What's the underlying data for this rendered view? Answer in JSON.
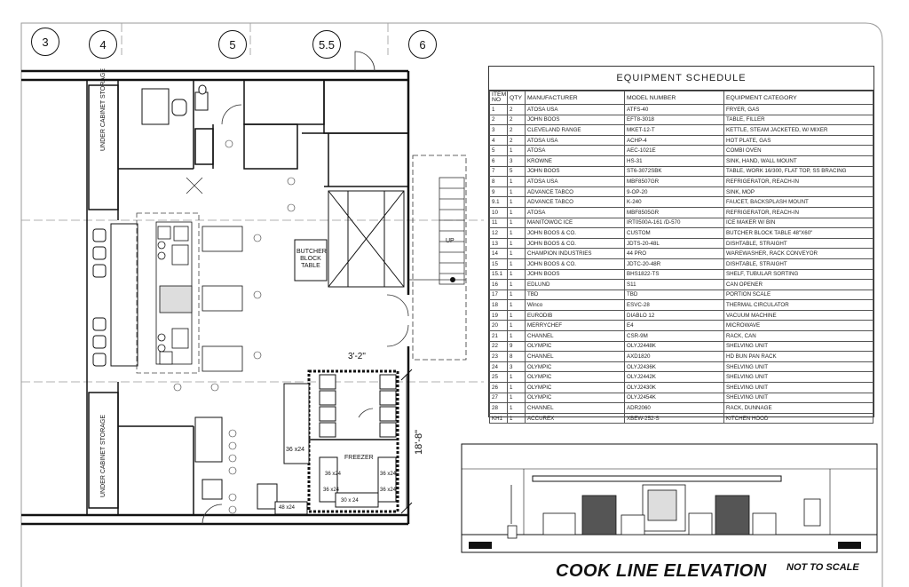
{
  "grid_labels": [
    "3",
    "4",
    "5",
    "5.5",
    "6"
  ],
  "plan": {
    "storage_top": "UNDER CABINET STORAGE",
    "storage_bottom": "UNDER CABINET STORAGE",
    "butcher_block": "BUTCHER BLOCK TABLE",
    "freezer": "FREEZER",
    "level_mark": "3'-2\"",
    "dimension": "18'-8\"",
    "shelf_labels": [
      "36 x24",
      "36 x24",
      "36 x24",
      "36 x24",
      "30 x 24",
      "36 x24",
      "48 x24"
    ],
    "stair_label": "UP"
  },
  "schedule": {
    "title": "EQUIPMENT SCHEDULE",
    "headers": [
      "ITEM NO",
      "QTY",
      "MANUFACTURER",
      "MODEL NUMBER",
      "EQUIPMENT CATEGORY"
    ],
    "rows": [
      [
        "1",
        "2",
        "ATOSA USA",
        "ATFS-40",
        "FRYER, GAS"
      ],
      [
        "2",
        "2",
        "JOHN BOOS",
        "EFT8-3018",
        "TABLE, FILLER"
      ],
      [
        "3",
        "2",
        "CLEVELAND RANGE",
        "MKET-12-T",
        "KETTLE, STEAM JACKETED, W/ MIXER"
      ],
      [
        "4",
        "2",
        "ATOSA USA",
        "ACHP-4",
        "HOT PLATE, GAS"
      ],
      [
        "5",
        "1",
        "ATOSA",
        "AEC-1021E",
        "COMBI OVEN"
      ],
      [
        "6",
        "3",
        "KROWNE",
        "HS-31",
        "SINK, HAND, WALL MOUNT"
      ],
      [
        "7",
        "5",
        "JOHN BOOS",
        "ST6-3072SBK",
        "TABLE, WORK 16/300, FLAT TOP, SS BRACING"
      ],
      [
        "8",
        "1",
        "ATOSA USA",
        "MBF8507GR",
        "REFRIGERATOR, REACH-IN"
      ],
      [
        "9",
        "1",
        "ADVANCE TABCO",
        "9-OP-20",
        "SINK, MOP"
      ],
      [
        "9.1",
        "1",
        "ADVANCE TABCO",
        "K-240",
        "FAUCET, BACKSPLASH MOUNT"
      ],
      [
        "10",
        "1",
        "ATOSA",
        "MBF8505GR",
        "REFRIGERATOR, REACH-IN"
      ],
      [
        "11",
        "1",
        "MANITOWOC ICE",
        "IRT0500A-161 /D-570",
        "ICE MAKER W/ BIN"
      ],
      [
        "12",
        "1",
        "JOHN BOOS & CO.",
        "CUSTOM",
        "BUTCHER BLOCK TABLE 48\"X60\""
      ],
      [
        "13",
        "1",
        "JOHN BOOS & CO.",
        "JDTS-20-48L",
        "DISHTABLE, STRAIGHT"
      ],
      [
        "14",
        "1",
        "CHAMPION INDUSTRIES",
        "44 PRO",
        "WAREWASHER, RACK CONVEYOR"
      ],
      [
        "15",
        "1",
        "JOHN BOOS & CO.",
        "JDTC-20-48R",
        "DISHTABLE, STRAIGHT"
      ],
      [
        "15.1",
        "1",
        "JOHN BOOS",
        "BHS1822-TS",
        "SHELF, TUBULAR SORTING"
      ],
      [
        "16",
        "1",
        "EDLUND",
        "S11",
        "CAN OPENER"
      ],
      [
        "17",
        "1",
        "TBD",
        "TBD",
        "PORTION SCALE"
      ],
      [
        "18",
        "1",
        "Winco",
        "ESVC-28",
        "THERMAL CIRCULATOR"
      ],
      [
        "19",
        "1",
        "EURODIB",
        "DIABLO 12",
        "VACUUM MACHINE"
      ],
      [
        "20",
        "1",
        "MERRYCHEF",
        "E4",
        "MICROWAVE"
      ],
      [
        "21",
        "1",
        "CHANNEL",
        "CSR-9M",
        "RACK, CAN"
      ],
      [
        "22",
        "9",
        "OLYMPIC",
        "OLYJ2448K",
        "SHELVING UNIT"
      ],
      [
        "23",
        "8",
        "CHANNEL",
        "AXD1820",
        "HD BUN PAN RACK"
      ],
      [
        "24",
        "3",
        "OLYMPIC",
        "OLYJ2436K",
        "SHELVING UNIT"
      ],
      [
        "25",
        "1",
        "OLYMPIC",
        "OLYJ2442K",
        "SHELVING UNIT"
      ],
      [
        "26",
        "1",
        "OLYMPIC",
        "OLYJ2430K",
        "SHELVING UNIT"
      ],
      [
        "27",
        "1",
        "OLYMPIC",
        "OLYJ2454K",
        "SHELVING UNIT"
      ],
      [
        "28",
        "1",
        "CHANNEL",
        "ADR2060",
        "RACK, DUNNAGE"
      ],
      [
        "KH1",
        "1",
        "ACCUREX",
        "XBEW-252-S",
        "KITCHEN HOOD"
      ]
    ]
  },
  "elevation": {
    "title": "COOK LINE ELEVATION",
    "scale_note": "NOT TO SCALE"
  }
}
